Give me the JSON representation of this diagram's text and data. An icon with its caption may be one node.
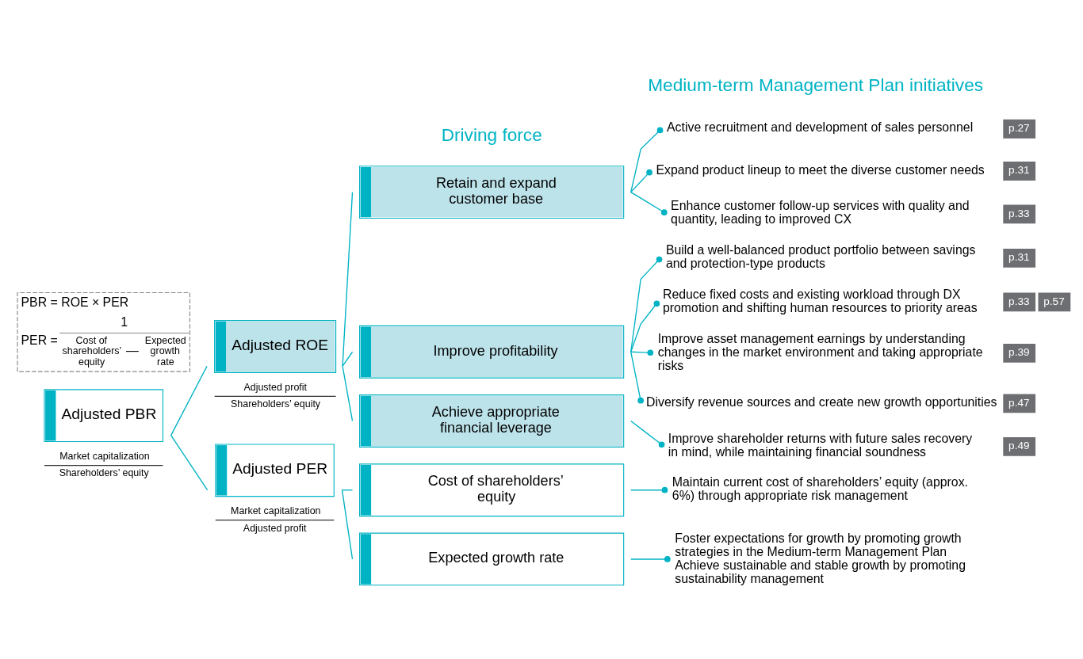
{
  "diagram": {
    "nodes": [
      {
        "text": [
          "Adjusted PBR"
        ],
        "beside": [
          "Market capitalization",
          "Shareholders’ equity"
        ]
      },
      {
        "text": [
          "Adjusted ROE"
        ],
        "beside": [
          "Adjusted profit",
          "Shareholders’ equity"
        ]
      },
      {
        "text": [
          "Adjusted PER"
        ],
        "beside": [
          "Market capitalization",
          "Adjusted profit"
        ]
      },
      {
        "text": [
          "Retain and expand customer base"
        ]
      },
      {
        "text": [
          "Improve profitability"
        ]
      },
      {
        "text": [
          "Achieve appropriate financial leverage"
        ]
      },
      {
        "text": [
          "Cost of shareholders’ equity"
        ]
      },
      {
        "text": [
          "Expected growth rate"
        ]
      },
      {
        "text": [
          "Active recruitment and development of sales personnel"
        ],
        "beside": [
          "p.27"
        ]
      },
      {
        "text": [
          "Expand product lineup to meet the diverse customer needs"
        ],
        "beside": [
          "p.31"
        ]
      },
      {
        "text": [
          "Enhance customer follow-up services with quality and quantity, leading to improved CX"
        ],
        "beside": [
          "p.33"
        ]
      },
      {
        "text": [
          "Build a well-balanced product portfolio between savings and protection-type products"
        ],
        "beside": [
          "p.31"
        ]
      },
      {
        "text": [
          "Reduce fixed costs and existing workload through DX promotion and shifting human resources to priority areas"
        ],
        "beside": [
          "p.33",
          "p.57"
        ]
      },
      {
        "text": [
          "Improve asset management earnings by understanding changes in the market environment and taking appropriate risks"
        ],
        "beside": [
          "p.39"
        ]
      },
      {
        "text": [
          "Diversify revenue sources and create new growth opportunities"
        ],
        "beside": [
          "p.47"
        ]
      },
      {
        "text": [
          "Improve shareholder returns with future sales recovery in mind, while maintaining financial soundness"
        ],
        "beside": [
          "p.49"
        ]
      },
      {
        "text": [
          "Maintain current cost of shareholders’ equity (approx. 6%) through appropriate risk management"
        ]
      },
      {
        "text": [
          "Foster expectations for growth by promoting growth strategies in the Medium-term Management Plan",
          "Achieve sustainable and stable growth by promoting sustainability management"
        ]
      }
    ],
    "edges": [
      {
        "from": 0,
        "to": 1,
        "arrow": "none"
      },
      {
        "from": 0,
        "to": 2,
        "arrow": "none"
      },
      {
        "from": 1,
        "to": 3,
        "arrow": "none"
      },
      {
        "from": 1,
        "to": 4,
        "arrow": "none"
      },
      {
        "from": 1,
        "to": 5,
        "arrow": "none"
      },
      {
        "from": 2,
        "to": 6,
        "arrow": "none"
      },
      {
        "from": 2,
        "to": 7,
        "arrow": "none"
      },
      {
        "from": 3,
        "to": 8,
        "arrow": "other"
      },
      {
        "from": 3,
        "to": 9,
        "arrow": "other"
      },
      {
        "from": 3,
        "to": 10,
        "arrow": "other"
      },
      {
        "from": 4,
        "to": 11,
        "arrow": "other"
      },
      {
        "from": 4,
        "to": 12,
        "arrow": "other"
      },
      {
        "from": 4,
        "to": 13,
        "arrow": "other"
      },
      {
        "from": 4,
        "to": 14,
        "arrow": "other"
      },
      {
        "from": 5,
        "to": 15,
        "arrow": "other"
      },
      {
        "from": 6,
        "to": 16,
        "arrow": "other"
      },
      {
        "from": 7,
        "to": 17,
        "arrow": "other"
      }
    ],
    "labels": [
      "Driving force",
      "Medium-term Management Plan initiatives",
      "PBR = ROE × PER",
      "PER =",
      "1",
      "Cost of shareholders’ equity",
      "—",
      "Expected growth rate"
    ]
  }
}
